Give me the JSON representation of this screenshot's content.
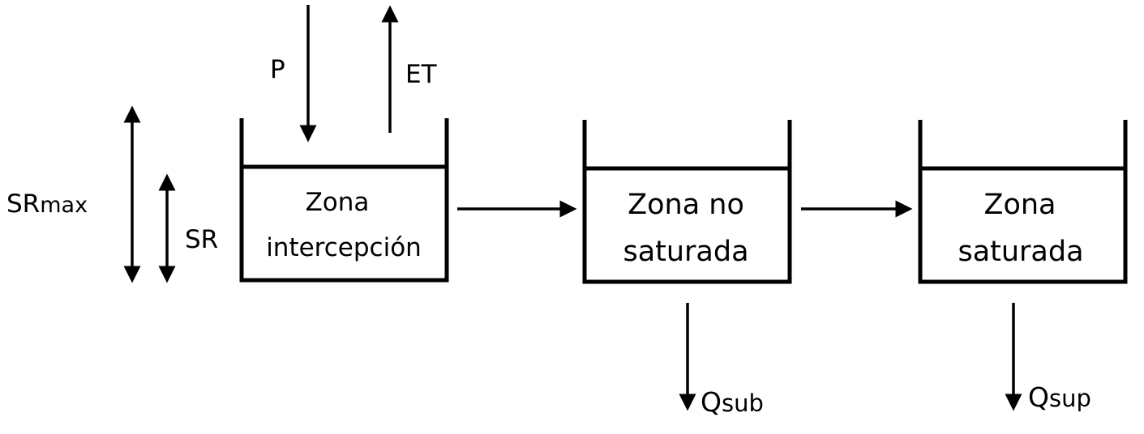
{
  "colors": {
    "stroke": "#000000",
    "background": "#ffffff"
  },
  "inputs": {
    "precipitation": "P",
    "evapotranspiration": "ET"
  },
  "storage": {
    "max_main": "SR",
    "max_sub": "max",
    "current": "SR"
  },
  "tanks": [
    {
      "line1": "Zona",
      "line2": "intercepción"
    },
    {
      "line1": "Zona no",
      "line2": "saturada"
    },
    {
      "line1": "Zona",
      "line2": "saturada"
    }
  ],
  "outflows": [
    {
      "main": "Q",
      "sub": "sub"
    },
    {
      "main": "Q",
      "sub": "sup"
    }
  ]
}
